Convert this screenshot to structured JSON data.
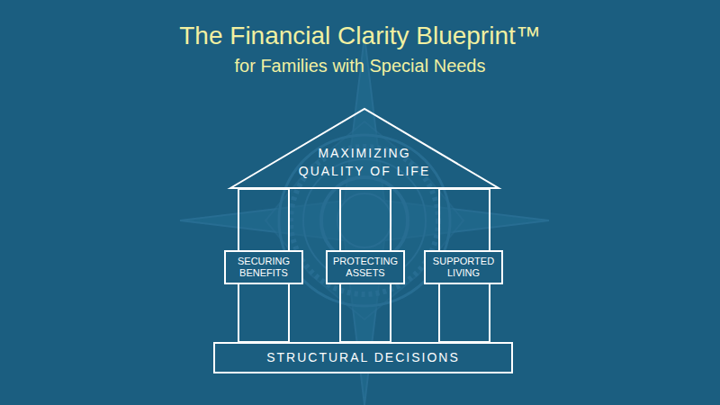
{
  "diagram": {
    "title": "The Financial Clarity Blueprint™",
    "nodes": [
      {
        "text": [
          "MAXIMIZING QUALITY OF LIFE"
        ]
      },
      {
        "text": [
          "SECURING BENEFITS"
        ]
      },
      {
        "text": [
          "PROTECTING ASSETS"
        ]
      },
      {
        "text": [
          "SUPPORTED LIVING"
        ]
      },
      {
        "text": [
          "STRUCTURAL DECISIONS"
        ]
      }
    ],
    "labels": [
      "for Families with Special Needs"
    ]
  }
}
